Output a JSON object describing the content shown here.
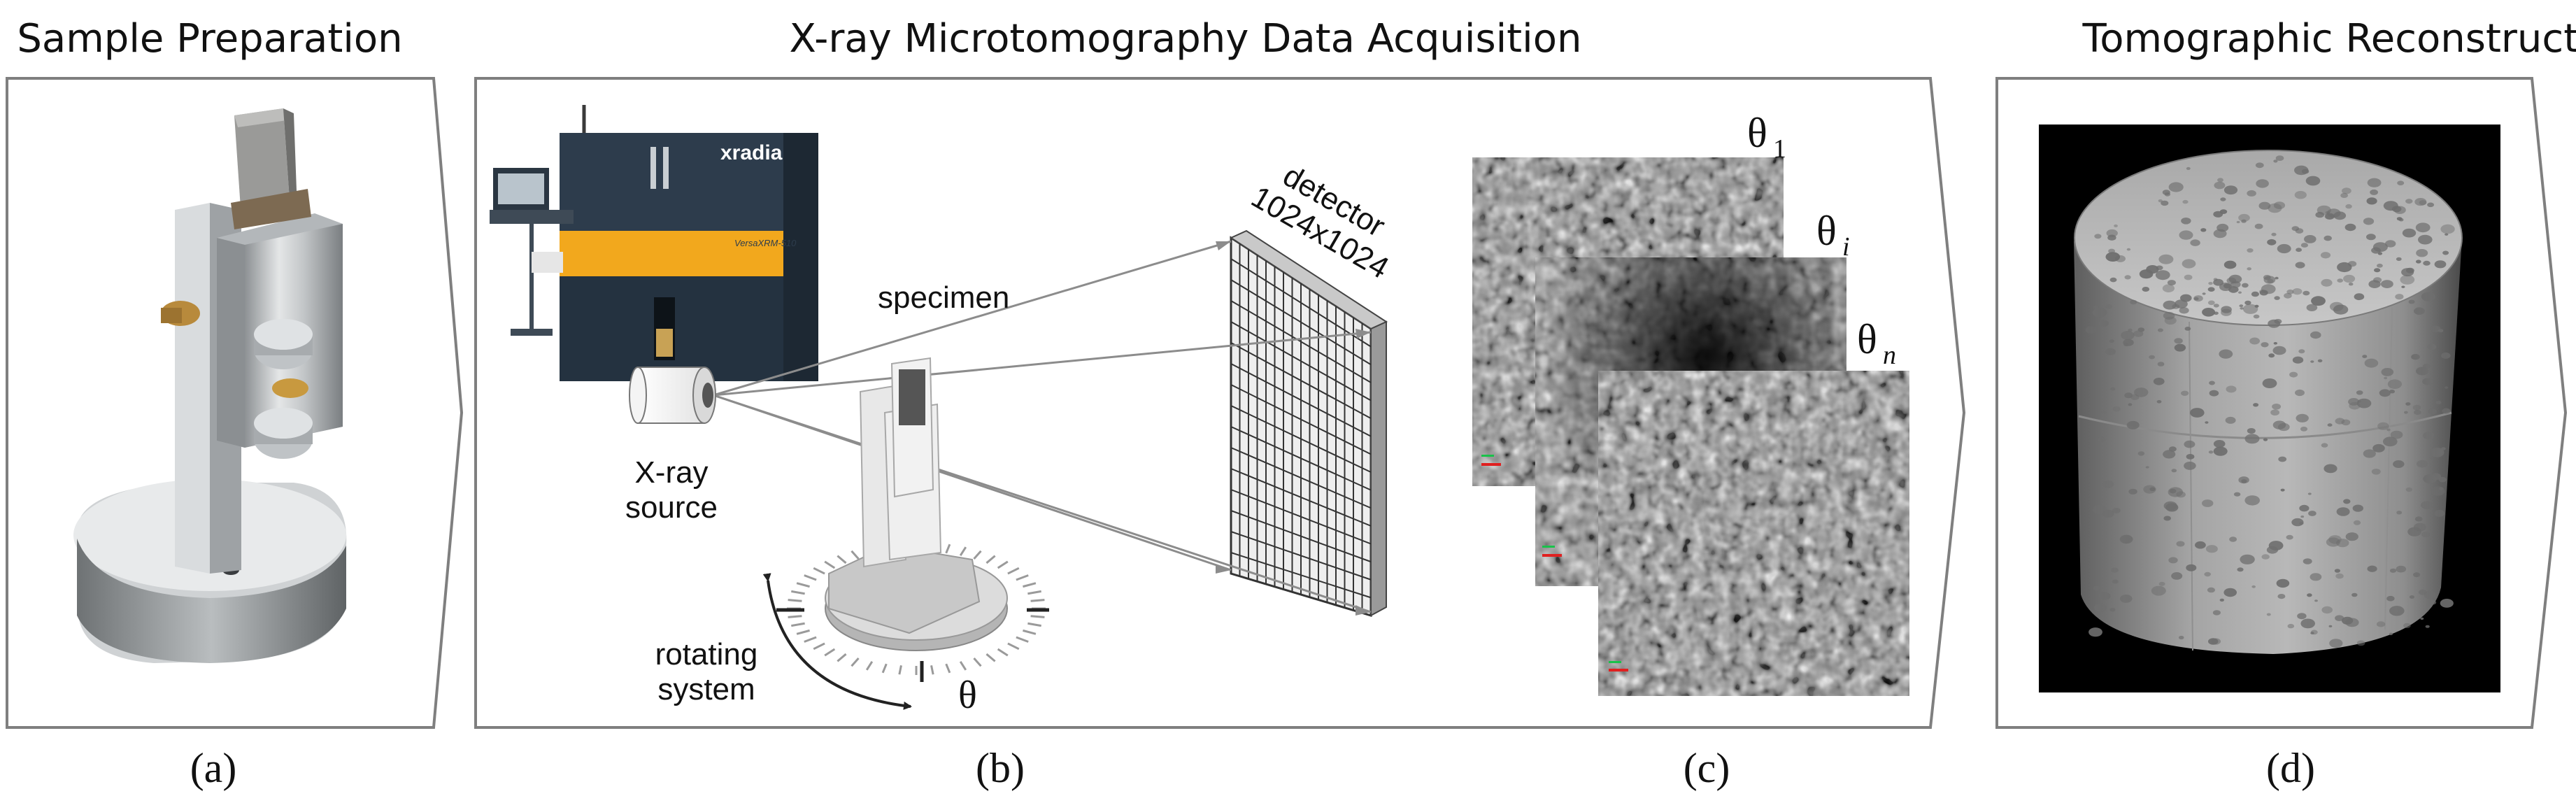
{
  "panels": {
    "a": {
      "title": "Sample Preparation",
      "caption": "(a)"
    },
    "b": {
      "title": "X-ray Microtomography Data Acquisition",
      "caption": "(b)",
      "machine_brand": "xradia",
      "machine_model": "VersaXRM-510",
      "detector_label": "detector",
      "detector_resolution": "1024x1024",
      "specimen_label": "specimen",
      "source_label_line1": "X-ray",
      "source_label_line2": "source",
      "rotation_label_line1": "rotating",
      "rotation_label_line2": "system",
      "angle_symbol": "θ"
    },
    "c": {
      "caption": "(c)",
      "projections": [
        {
          "symbol": "θ",
          "subscript": "1"
        },
        {
          "symbol": "θ",
          "subscript": "i"
        },
        {
          "symbol": "θ",
          "subscript": "n"
        }
      ]
    },
    "d": {
      "title": "Tomographic Reconstruction",
      "caption": "(d)"
    }
  },
  "colors": {
    "frame": "#7f7f7f",
    "machine_body": "#2d3c4c",
    "machine_accent": "#f2a81d",
    "reconstruction_bg": "#000000"
  }
}
